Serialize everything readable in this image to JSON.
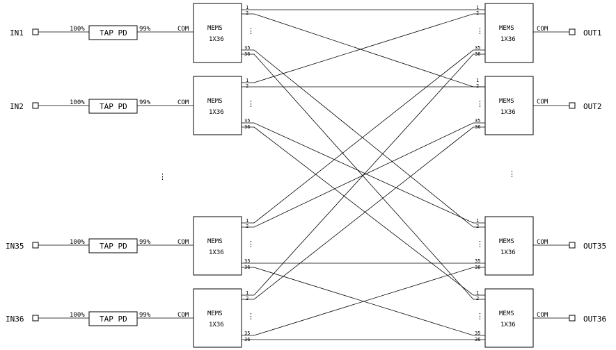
{
  "inputs": [
    {
      "label": "IN1"
    },
    {
      "label": "IN2"
    },
    {
      "label": "IN35"
    },
    {
      "label": "IN36"
    }
  ],
  "outputs": [
    {
      "label": "OUT1"
    },
    {
      "label": "OUT2"
    },
    {
      "label": "OUT35"
    },
    {
      "label": "OUT36"
    }
  ],
  "tap": {
    "label": "TAP PD",
    "in_pct": "100%",
    "out_pct": "99%"
  },
  "mems": {
    "line1": "MEMS",
    "line2": "1X36",
    "com": "COM",
    "ports": [
      "1",
      "2",
      "35",
      "36"
    ],
    "port_ellipsis": "⋮"
  },
  "ellipsis": "⋮"
}
